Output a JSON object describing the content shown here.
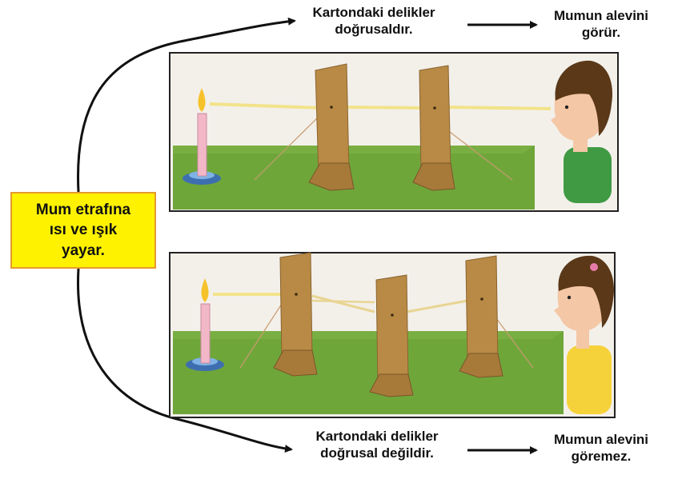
{
  "source_box": {
    "lines": [
      "Mum etrafına",
      "ısı ve ışık",
      "yayar."
    ]
  },
  "top_branch": {
    "condition_lines": [
      "Kartondaki delikler",
      "doğrusaldır."
    ],
    "result_lines": [
      "Mumun alevini",
      "görür."
    ]
  },
  "bottom_branch": {
    "condition_lines": [
      "Kartondaki delikler",
      "doğrusal değildir."
    ],
    "result_lines": [
      "Mumun alevini",
      "göremez."
    ]
  },
  "colors": {
    "source_fill": "#fff200",
    "source_border": "#e69a2e",
    "table_green": "#6fa63a",
    "wall": "#f3f0ea",
    "cardboard": "#b98a45",
    "light_ray": "#f2e38a",
    "candle": "#f3b8c8",
    "flame": "#f6c22b"
  }
}
